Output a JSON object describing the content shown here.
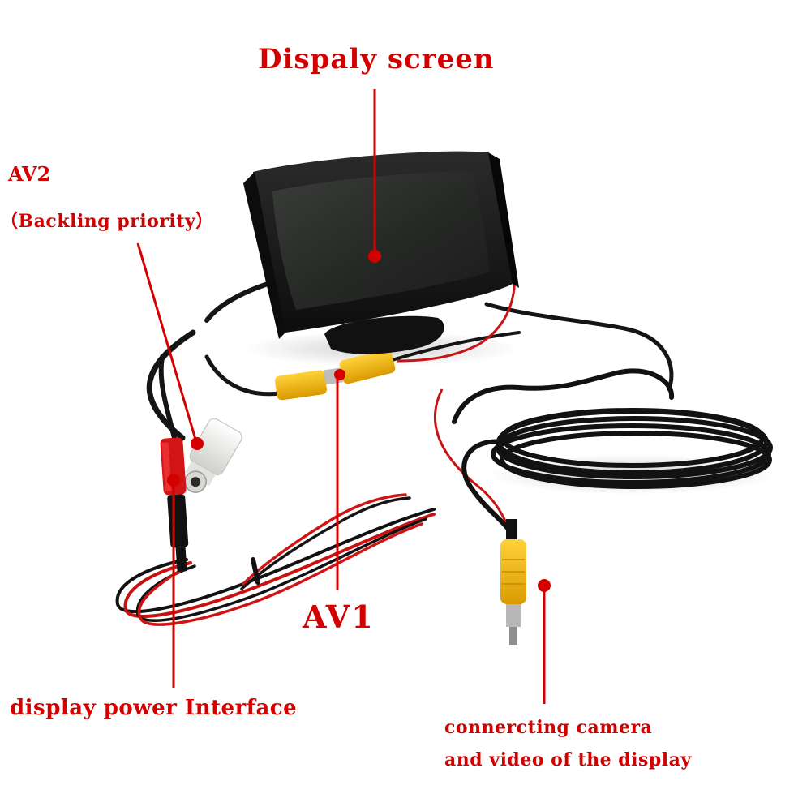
{
  "labels": {
    "display_screen": "Dispaly screen",
    "av2": "AV2",
    "backling_priority": "（Backling priority）",
    "av1": "AV1",
    "display_power": "display power Interface",
    "camera_line1": "connercting camera",
    "camera_line2": "and video of the display"
  },
  "colors": {
    "annotation": "#d40000",
    "background": "#ffffff",
    "cable": "#141414",
    "rca_yellow": "#f2b705",
    "rca_white": "#f1f1ee",
    "power_red": "#d21414"
  }
}
